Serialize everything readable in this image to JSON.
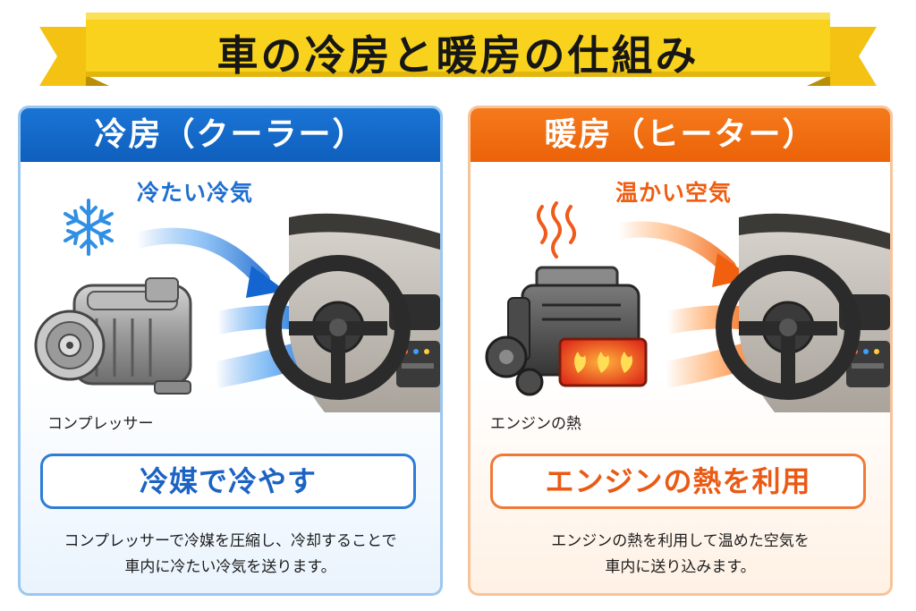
{
  "title": "車の冷房と暖房の仕組み",
  "colors": {
    "ribbon": "#f8d21c",
    "ribbon_dark": "#d8ab08",
    "cool_accent": "#1a74d4",
    "warm_accent": "#f0701a"
  },
  "panels": {
    "cooling": {
      "header": "冷房（クーラー）",
      "air_label": "冷たい冷気",
      "part_label": "コンプレッサー",
      "pill": "冷媒で冷やす",
      "desc_line1": "コンプレッサーで冷媒を圧縮し、冷却することで",
      "desc_line2": "車内に冷たい冷気を送ります。",
      "icons": [
        "snowflake-icon",
        "compressor-icon",
        "air-arrow-icon",
        "dashboard-icon"
      ]
    },
    "heating": {
      "header": "暖房（ヒーター）",
      "air_label": "温かい空気",
      "part_label": "エンジンの熱",
      "pill": "エンジンの熱を利用",
      "desc_line1": "エンジンの熱を利用して温めた空気を",
      "desc_line2": "車内に送り込みます。",
      "icons": [
        "heat-wave-icon",
        "engine-icon",
        "air-arrow-icon",
        "dashboard-icon"
      ]
    }
  }
}
